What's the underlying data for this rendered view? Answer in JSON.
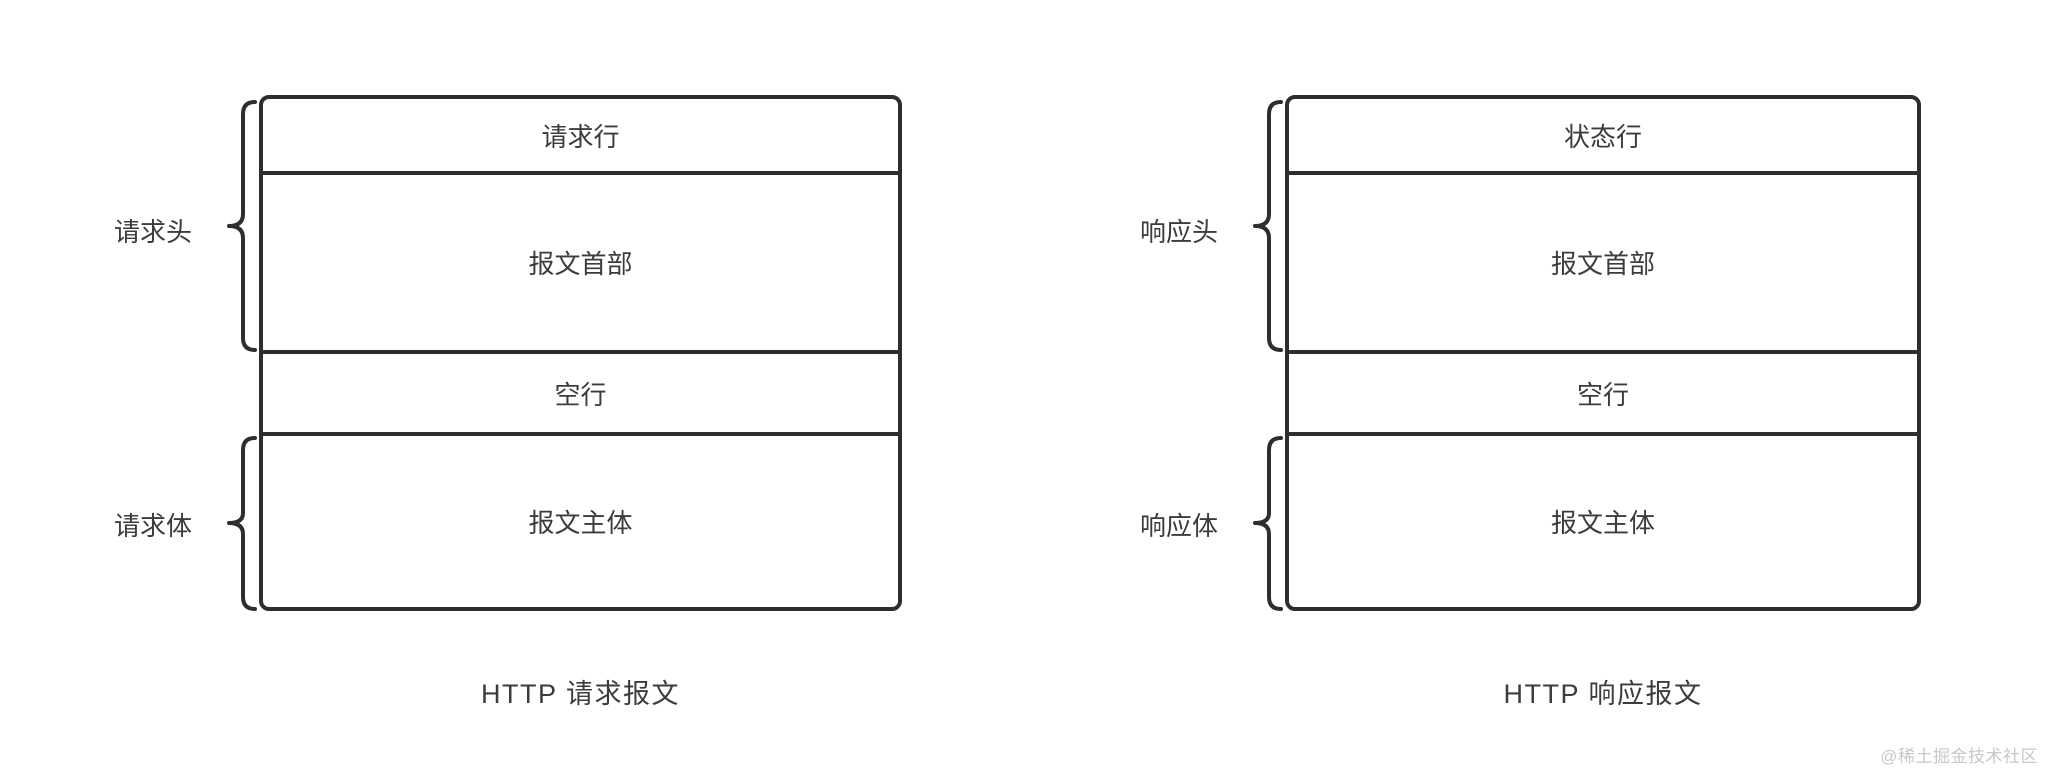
{
  "palette": {
    "line_color": "#2e2e2e",
    "text_color": "#3c3c3c",
    "watermark_color": "#c8c8c8",
    "background": "#ffffff"
  },
  "diagrams": [
    {
      "id": "http-request",
      "rows": [
        "请求行",
        "报文首部",
        "空行",
        "报文主体"
      ],
      "brace_labels": [
        "请求头",
        "请求体"
      ],
      "caption": "HTTP 请求报文"
    },
    {
      "id": "http-response",
      "rows": [
        "状态行",
        "报文首部",
        "空行",
        "报文主体"
      ],
      "brace_labels": [
        "响应头",
        "响应体"
      ],
      "caption": "HTTP 响应报文"
    }
  ],
  "watermark": "@稀土掘金技术社区"
}
